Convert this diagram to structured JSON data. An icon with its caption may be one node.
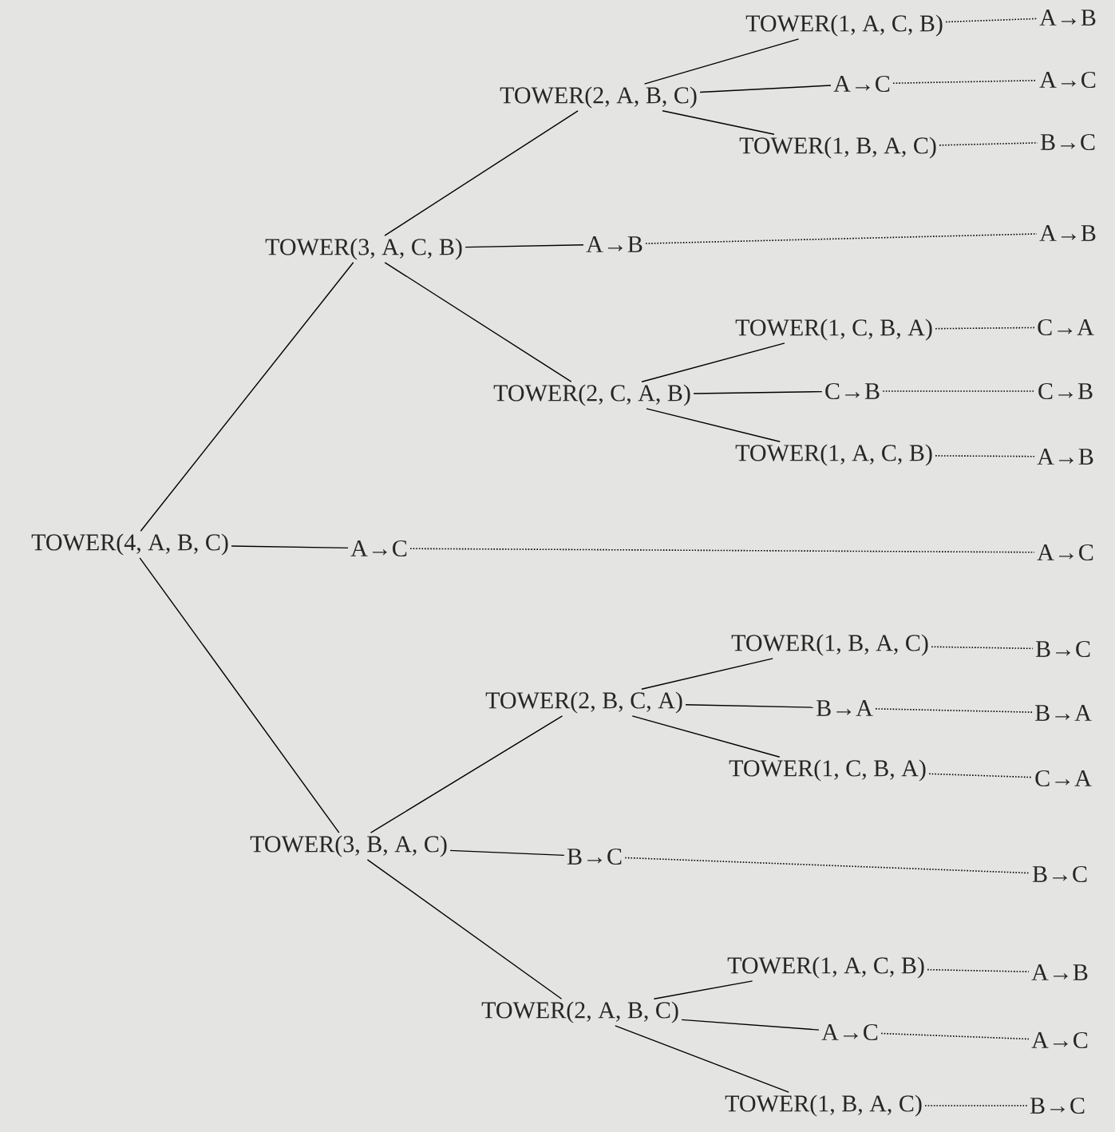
{
  "diagram": {
    "nodes": [
      {
        "text": [
          "TOWER(4, A, B, C)"
        ]
      },
      {
        "text": [
          "A→C"
        ]
      },
      {
        "text": [
          "A→C"
        ]
      },
      {
        "text": [
          "TOWER(3, A, C, B)"
        ]
      },
      {
        "text": [
          "A→B"
        ]
      },
      {
        "text": [
          "A→B"
        ]
      },
      {
        "text": [
          "TOWER(2, A, B, C)"
        ]
      },
      {
        "text": [
          "A→C"
        ]
      },
      {
        "text": [
          "A→C"
        ]
      },
      {
        "text": [
          "TOWER(1, A, C, B)"
        ]
      },
      {
        "text": [
          "A→B"
        ]
      },
      {
        "text": [
          "TOWER(1, B, A, C)"
        ]
      },
      {
        "text": [
          "B→C"
        ]
      },
      {
        "text": [
          "TOWER(2, C, A, B)"
        ]
      },
      {
        "text": [
          "C→B"
        ]
      },
      {
        "text": [
          "C→B"
        ]
      },
      {
        "text": [
          "TOWER(1, C, B, A)"
        ]
      },
      {
        "text": [
          "C→A"
        ]
      },
      {
        "text": [
          "TOWER(1, A, C, B)"
        ]
      },
      {
        "text": [
          "A→B"
        ]
      },
      {
        "text": [
          "TOWER(3, B, A, C)"
        ]
      },
      {
        "text": [
          "B→C"
        ]
      },
      {
        "text": [
          "B→C"
        ]
      },
      {
        "text": [
          "TOWER(2, B, C, A)"
        ]
      },
      {
        "text": [
          "B→A"
        ]
      },
      {
        "text": [
          "B→A"
        ]
      },
      {
        "text": [
          "TOWER(1, B, A, C)"
        ]
      },
      {
        "text": [
          "B→C"
        ]
      },
      {
        "text": [
          "TOWER(1, C, B, A)"
        ]
      },
      {
        "text": [
          "C→A"
        ]
      },
      {
        "text": [
          "TOWER(2, A, B, C)"
        ]
      },
      {
        "text": [
          "A→C"
        ]
      },
      {
        "text": [
          "A→C"
        ]
      },
      {
        "text": [
          "TOWER(1, A, C, B)"
        ]
      },
      {
        "text": [
          "A→B"
        ]
      },
      {
        "text": [
          "TOWER(1, B, A, C)"
        ]
      },
      {
        "text": [
          "B→C"
        ]
      }
    ],
    "edges": [
      {
        "from": 0,
        "to": 3,
        "arrow": "none"
      },
      {
        "from": 0,
        "to": 1,
        "arrow": "none"
      },
      {
        "from": 1,
        "to": 2,
        "arrow": "none",
        "style": "dashed"
      },
      {
        "from": 0,
        "to": 20,
        "arrow": "none"
      },
      {
        "from": 3,
        "to": 6,
        "arrow": "none"
      },
      {
        "from": 3,
        "to": 4,
        "arrow": "none"
      },
      {
        "from": 4,
        "to": 5,
        "arrow": "none",
        "style": "dashed"
      },
      {
        "from": 3,
        "to": 13,
        "arrow": "none"
      },
      {
        "from": 6,
        "to": 9,
        "arrow": "none"
      },
      {
        "from": 6,
        "to": 7,
        "arrow": "none"
      },
      {
        "from": 7,
        "to": 8,
        "arrow": "none",
        "style": "dashed"
      },
      {
        "from": 6,
        "to": 11,
        "arrow": "none"
      },
      {
        "from": 9,
        "to": 10,
        "arrow": "none",
        "style": "dashed"
      },
      {
        "from": 11,
        "to": 12,
        "arrow": "none",
        "style": "dashed"
      },
      {
        "from": 13,
        "to": 16,
        "arrow": "none"
      },
      {
        "from": 13,
        "to": 14,
        "arrow": "none"
      },
      {
        "from": 14,
        "to": 15,
        "arrow": "none",
        "style": "dashed"
      },
      {
        "from": 13,
        "to": 18,
        "arrow": "none"
      },
      {
        "from": 16,
        "to": 17,
        "arrow": "none",
        "style": "dashed"
      },
      {
        "from": 18,
        "to": 19,
        "arrow": "none",
        "style": "dashed"
      },
      {
        "from": 20,
        "to": 23,
        "arrow": "none"
      },
      {
        "from": 20,
        "to": 21,
        "arrow": "none"
      },
      {
        "from": 21,
        "to": 22,
        "arrow": "none",
        "style": "dashed"
      },
      {
        "from": 20,
        "to": 30,
        "arrow": "none"
      },
      {
        "from": 23,
        "to": 26,
        "arrow": "none"
      },
      {
        "from": 23,
        "to": 24,
        "arrow": "none"
      },
      {
        "from": 24,
        "to": 25,
        "arrow": "none",
        "style": "dashed"
      },
      {
        "from": 23,
        "to": 28,
        "arrow": "none"
      },
      {
        "from": 26,
        "to": 27,
        "arrow": "none",
        "style": "dashed"
      },
      {
        "from": 28,
        "to": 29,
        "arrow": "none",
        "style": "dashed"
      },
      {
        "from": 30,
        "to": 33,
        "arrow": "none"
      },
      {
        "from": 30,
        "to": 31,
        "arrow": "none"
      },
      {
        "from": 31,
        "to": 32,
        "arrow": "none",
        "style": "dashed"
      },
      {
        "from": 30,
        "to": 35,
        "arrow": "none"
      },
      {
        "from": 33,
        "to": 34,
        "arrow": "none",
        "style": "dashed"
      },
      {
        "from": 35,
        "to": 36,
        "arrow": "none",
        "style": "dashed"
      }
    ]
  }
}
